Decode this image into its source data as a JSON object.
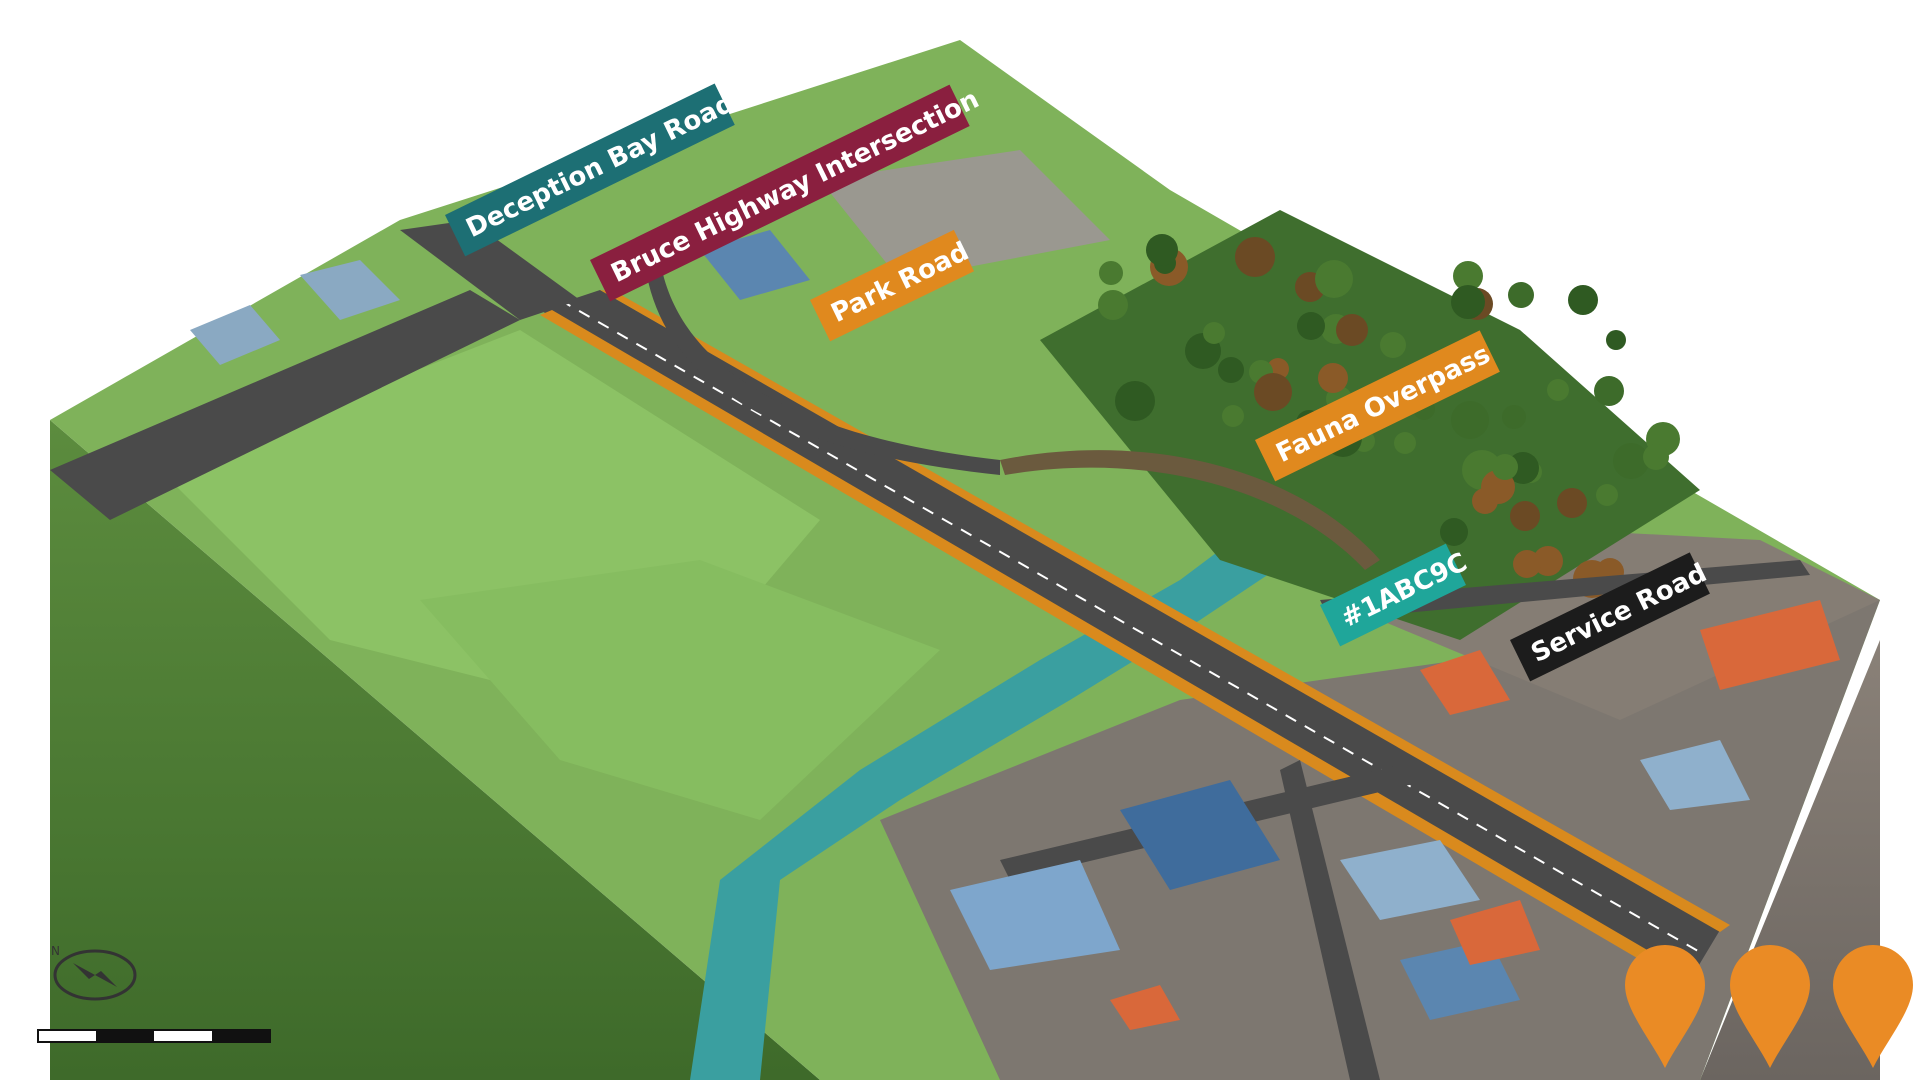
{
  "labels": {
    "deception_bay_road": "Deception Bay Road",
    "bruce_highway_intersection": "Bruce Highway Intersection",
    "park_road": "Park Road",
    "fauna_overpass": "Fauna Overpass",
    "hashtag": "#1ABC9C",
    "service_road": "Service Road"
  },
  "colors": {
    "deception_bay_road": "#1d6f74",
    "bruce_highway_intersection": "#8a1f3f",
    "park_road": "#e0891e",
    "fauna_overpass": "#e0891e",
    "hashtag": "#1fa69a",
    "service_road": "#1c1c1c",
    "grass": "#7fb25a",
    "road": "#4a4a4a",
    "highway_edge": "#d98a1d",
    "water": "#3a9fa0",
    "building_blue": "#5b86b0",
    "building_orange": "#d9683a",
    "location_pin": "#ea8b25"
  },
  "pins": [
    {
      "icon": "location-pin-icon"
    },
    {
      "icon": "location-pin-icon"
    },
    {
      "icon": "location-pin-icon"
    }
  ],
  "compass": {
    "icon": "compass-icon"
  },
  "scale_bar": {
    "icon": "scale-bar-icon"
  }
}
